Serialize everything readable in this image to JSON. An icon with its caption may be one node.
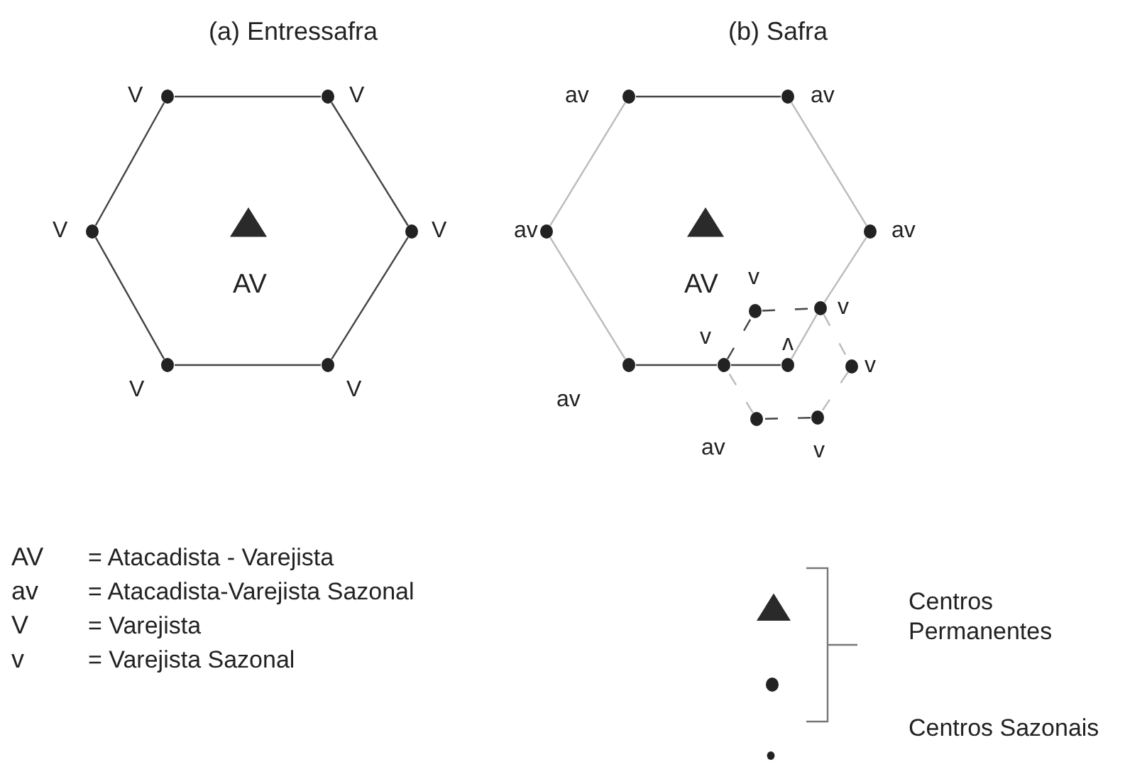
{
  "diagram": {
    "nodes": [
      {
        "text": [],
        "shape": "triangle",
        "beside": [
          "AV"
        ]
      },
      {
        "text": [],
        "shape": "circle",
        "beside": [
          "V"
        ]
      },
      {
        "text": [],
        "shape": "circle",
        "beside": [
          "V"
        ]
      },
      {
        "text": [],
        "shape": "circle",
        "beside": [
          "V"
        ]
      },
      {
        "text": [],
        "shape": "circle",
        "beside": [
          "V"
        ]
      },
      {
        "text": [],
        "shape": "circle",
        "beside": [
          "V"
        ]
      },
      {
        "text": [],
        "shape": "circle",
        "beside": [
          "V"
        ]
      },
      {
        "text": [],
        "shape": "triangle",
        "beside": [
          "AV"
        ]
      },
      {
        "text": [],
        "shape": "circle",
        "beside": [
          "av"
        ]
      },
      {
        "text": [],
        "shape": "circle",
        "beside": [
          "av"
        ]
      },
      {
        "text": [],
        "shape": "circle",
        "beside": [
          "av"
        ]
      },
      {
        "text": [],
        "shape": "circle",
        "beside": [
          "v"
        ]
      },
      {
        "text": [],
        "shape": "circle",
        "beside": [
          "av"
        ]
      },
      {
        "text": [],
        "shape": "circle",
        "beside": [
          "av"
        ]
      },
      {
        "text": [],
        "shape": "circle",
        "beside": [
          "v"
        ]
      },
      {
        "text": [],
        "shape": "circle",
        "beside": [
          "v"
        ]
      },
      {
        "text": [],
        "shape": "circle",
        "beside": [
          "v"
        ]
      },
      {
        "text": [],
        "shape": "circle",
        "beside": [
          "v"
        ]
      },
      {
        "text": [],
        "shape": "circle",
        "beside": [
          "v"
        ]
      },
      {
        "text": [],
        "shape": "circle",
        "beside": [
          "av"
        ]
      }
    ],
    "edges": [
      {
        "from": 1,
        "to": 2,
        "arrow": "none"
      },
      {
        "from": 2,
        "to": 3,
        "arrow": "none"
      },
      {
        "from": 3,
        "to": 4,
        "arrow": "none"
      },
      {
        "from": 4,
        "to": 5,
        "arrow": "none"
      },
      {
        "from": 5,
        "to": 6,
        "arrow": "none"
      },
      {
        "from": 6,
        "to": 1,
        "arrow": "none"
      },
      {
        "from": 8,
        "to": 9,
        "arrow": "none"
      },
      {
        "from": 9,
        "to": 10,
        "arrow": "none",
        "color": "#bbbbbb"
      },
      {
        "from": 10,
        "to": 16,
        "arrow": "none",
        "color": "#bbbbbb"
      },
      {
        "from": 16,
        "to": 11,
        "arrow": "none",
        "color": "#bbbbbb"
      },
      {
        "from": 11,
        "to": 14,
        "arrow": "none"
      },
      {
        "from": 14,
        "to": 12,
        "arrow": "none"
      },
      {
        "from": 12,
        "to": 13,
        "arrow": "none",
        "color": "#bbbbbb"
      },
      {
        "from": 13,
        "to": 8,
        "arrow": "none",
        "color": "#bbbbbb"
      },
      {
        "from": 14,
        "to": 15,
        "arrow": "none",
        "style": "dashed"
      },
      {
        "from": 15,
        "to": 16,
        "arrow": "none",
        "style": "dashed"
      },
      {
        "from": 16,
        "to": 17,
        "arrow": "none",
        "style": "dashed",
        "color": "#bbbbbb"
      },
      {
        "from": 17,
        "to": 18,
        "arrow": "none",
        "style": "dashed",
        "color": "#bbbbbb"
      },
      {
        "from": 18,
        "to": 19,
        "arrow": "none",
        "style": "dashed"
      },
      {
        "from": 19,
        "to": 14,
        "arrow": "none",
        "style": "dashed",
        "color": "#bbbbbb"
      }
    ],
    "labels": [
      "(a) Entressafra",
      "(b) Safra",
      "AV",
      "= Atacadista - Varejista",
      "av",
      "= Atacadista-Varejista Sazonal",
      "V",
      "= Varejista",
      "v",
      "= Varejista Sazonal"
    ],
    "legend": [
      {
        "text": "Centros Permanentes"
      },
      {
        "text": "Centros Sazonais"
      }
    ]
  }
}
